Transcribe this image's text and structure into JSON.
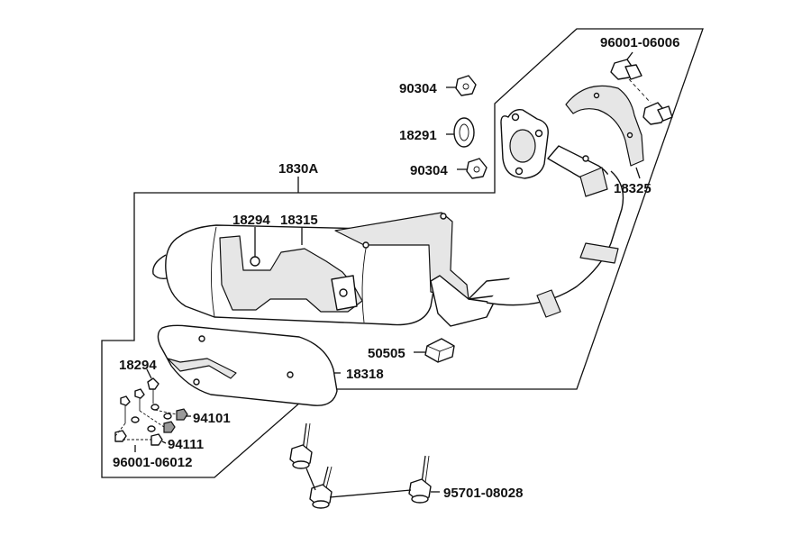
{
  "diagram": {
    "assembly_label": "1830A",
    "part_labels": {
      "upper_bracket_bolt": "96001-06006",
      "nut_top": "90304",
      "gasket": "18291",
      "nut_bottom": "90304",
      "heat_guard": "18325",
      "body_bolt": "18294",
      "muffler": "18315",
      "block_nut": "50505",
      "protector": "18318",
      "protector_bolt": "18294",
      "washer": "94101",
      "collar": "94111",
      "protector_screw": "96001-06012",
      "mount_bolt": "95701-08028"
    }
  }
}
